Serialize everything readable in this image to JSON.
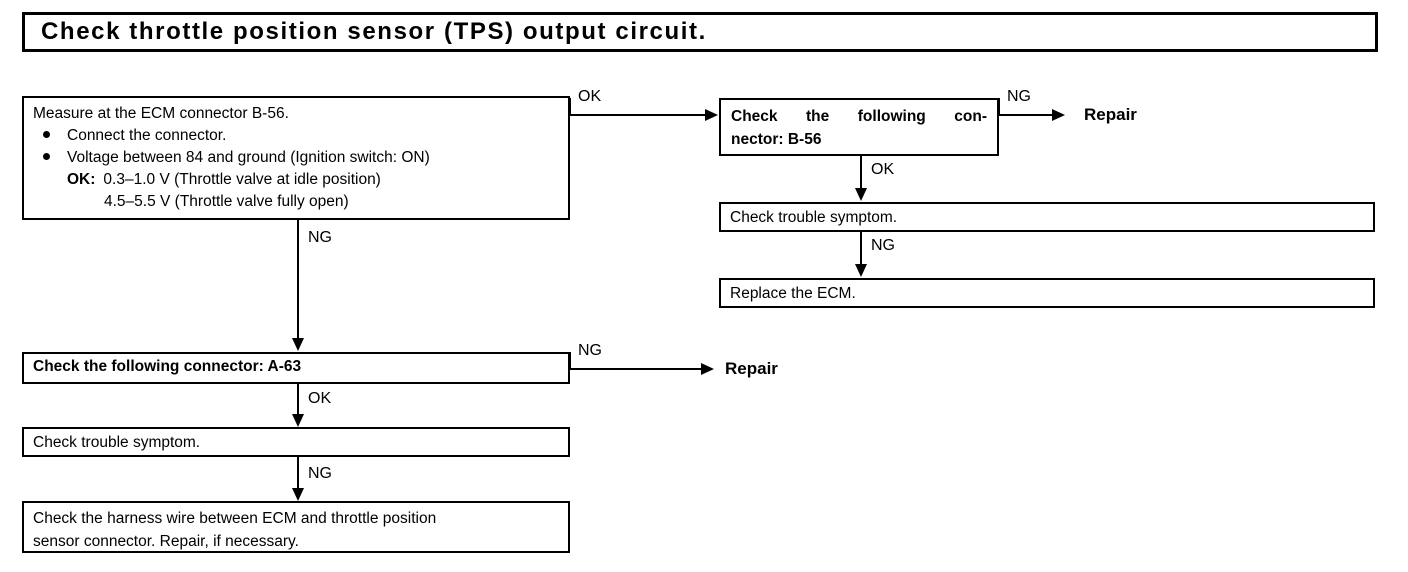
{
  "title": {
    "text": "Check throttle position sensor (TPS) output circuit."
  },
  "boxes": {
    "measure": {
      "heading": "Measure at the ECM connector B-56.",
      "bullet1": "Connect the connector.",
      "bullet2": "Voltage between 84 and ground (Ignition switch: ON)",
      "ok_label": "OK:",
      "ok_value_1": "0.3–1.0 V (Throttle valve at idle position)",
      "ok_value_2": "4.5–5.5 V (Throttle valve fully open)"
    },
    "connector_b56": {
      "line1": "Check the following con-",
      "line2": "nector: B-56"
    },
    "check_symptom_right": {
      "text": "Check trouble symptom."
    },
    "replace_ecm": {
      "text": "Replace the ECM."
    },
    "connector_a63": {
      "text": "Check the following connector: A-63"
    },
    "check_symptom_left": {
      "text": "Check trouble symptom."
    },
    "harness": {
      "line1": "Check the harness wire between ECM and throttle position",
      "line2": "sensor connector. Repair, if necessary."
    }
  },
  "edges": {
    "measure_to_b56": "OK",
    "measure_to_a63": "NG",
    "b56_to_repair": "NG",
    "b56_to_symptom": "OK",
    "symptom_to_replace": "NG",
    "a63_to_repair": "NG",
    "a63_to_symptom": "OK",
    "symptom_to_harness": "NG"
  },
  "terminals": {
    "repair_top": "Repair",
    "repair_bottom": "Repair"
  }
}
